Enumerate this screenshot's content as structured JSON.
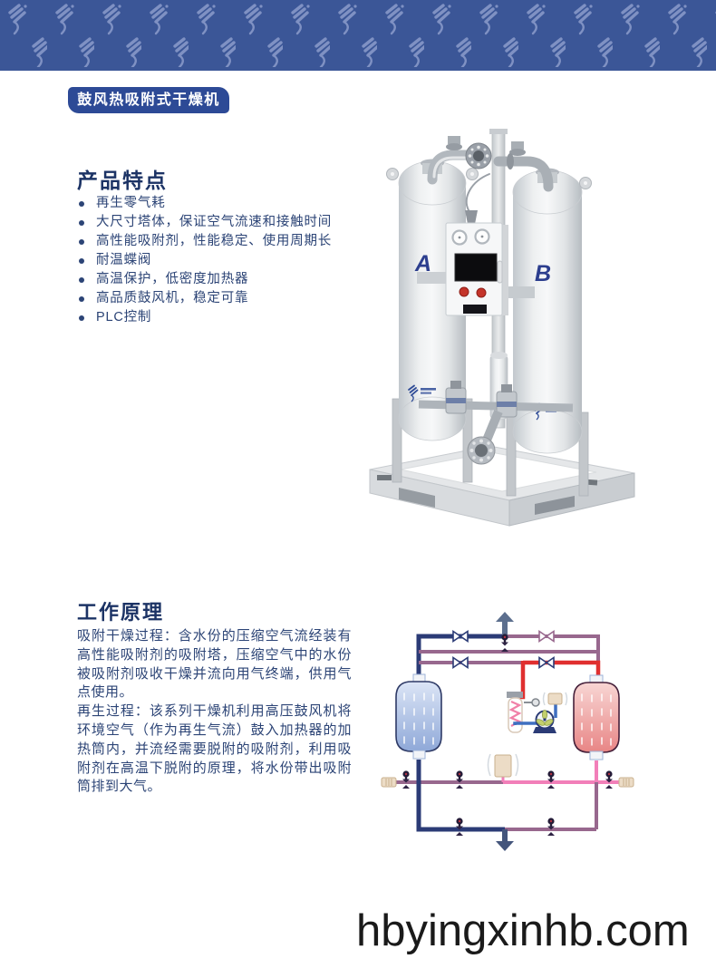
{
  "badge": {
    "label": "鼓风热吸附式干燥机",
    "bg": "#2d4a96"
  },
  "features": {
    "heading": "产品特点",
    "items": [
      "再生零气耗",
      "大尺寸塔体，保证空气流速和接触时间",
      "高性能吸附剂，性能稳定、使用周期长",
      "耐温蝶阀",
      "高温保护，低密度加热器",
      "高品质鼓风机，稳定可靠",
      "PLC控制"
    ]
  },
  "product": {
    "tower_a_label": "A",
    "tower_b_label": "B"
  },
  "principle": {
    "heading": "工作原理",
    "paragraphs": [
      "吸附干燥过程：含水份的压缩空气流经装有高性能吸附剂的吸附塔，压缩空气中的水份被吸附剂吸收干燥并流向用气终端，供用气点使用。",
      "再生过程：该系列干燥机利用高压鼓风机将环境空气（作为再生气流）鼓入加热器的加热筒内，并流经需要脱附的吸附剂，利用吸附剂在高温下脱附的原理，将水份带出吸附筒排到大气。"
    ]
  },
  "watermark": {
    "text": "hbyingxinhb.com"
  },
  "colors": {
    "header_band": "#3b5697",
    "header_pattern": "#7f91c3",
    "badge_bg": "#2d4a96",
    "heading_text": "#1c3365",
    "body_text": "#2c4476",
    "tower_label": "#2c3e8e",
    "diagram_navy": "#2b3b76",
    "diagram_mauve": "#98688e",
    "diagram_pink": "#f27fb9",
    "diagram_red": "#e02f2f",
    "diagram_blue": "#3f6fc0",
    "silencer_beige": "#ecdcc6"
  }
}
